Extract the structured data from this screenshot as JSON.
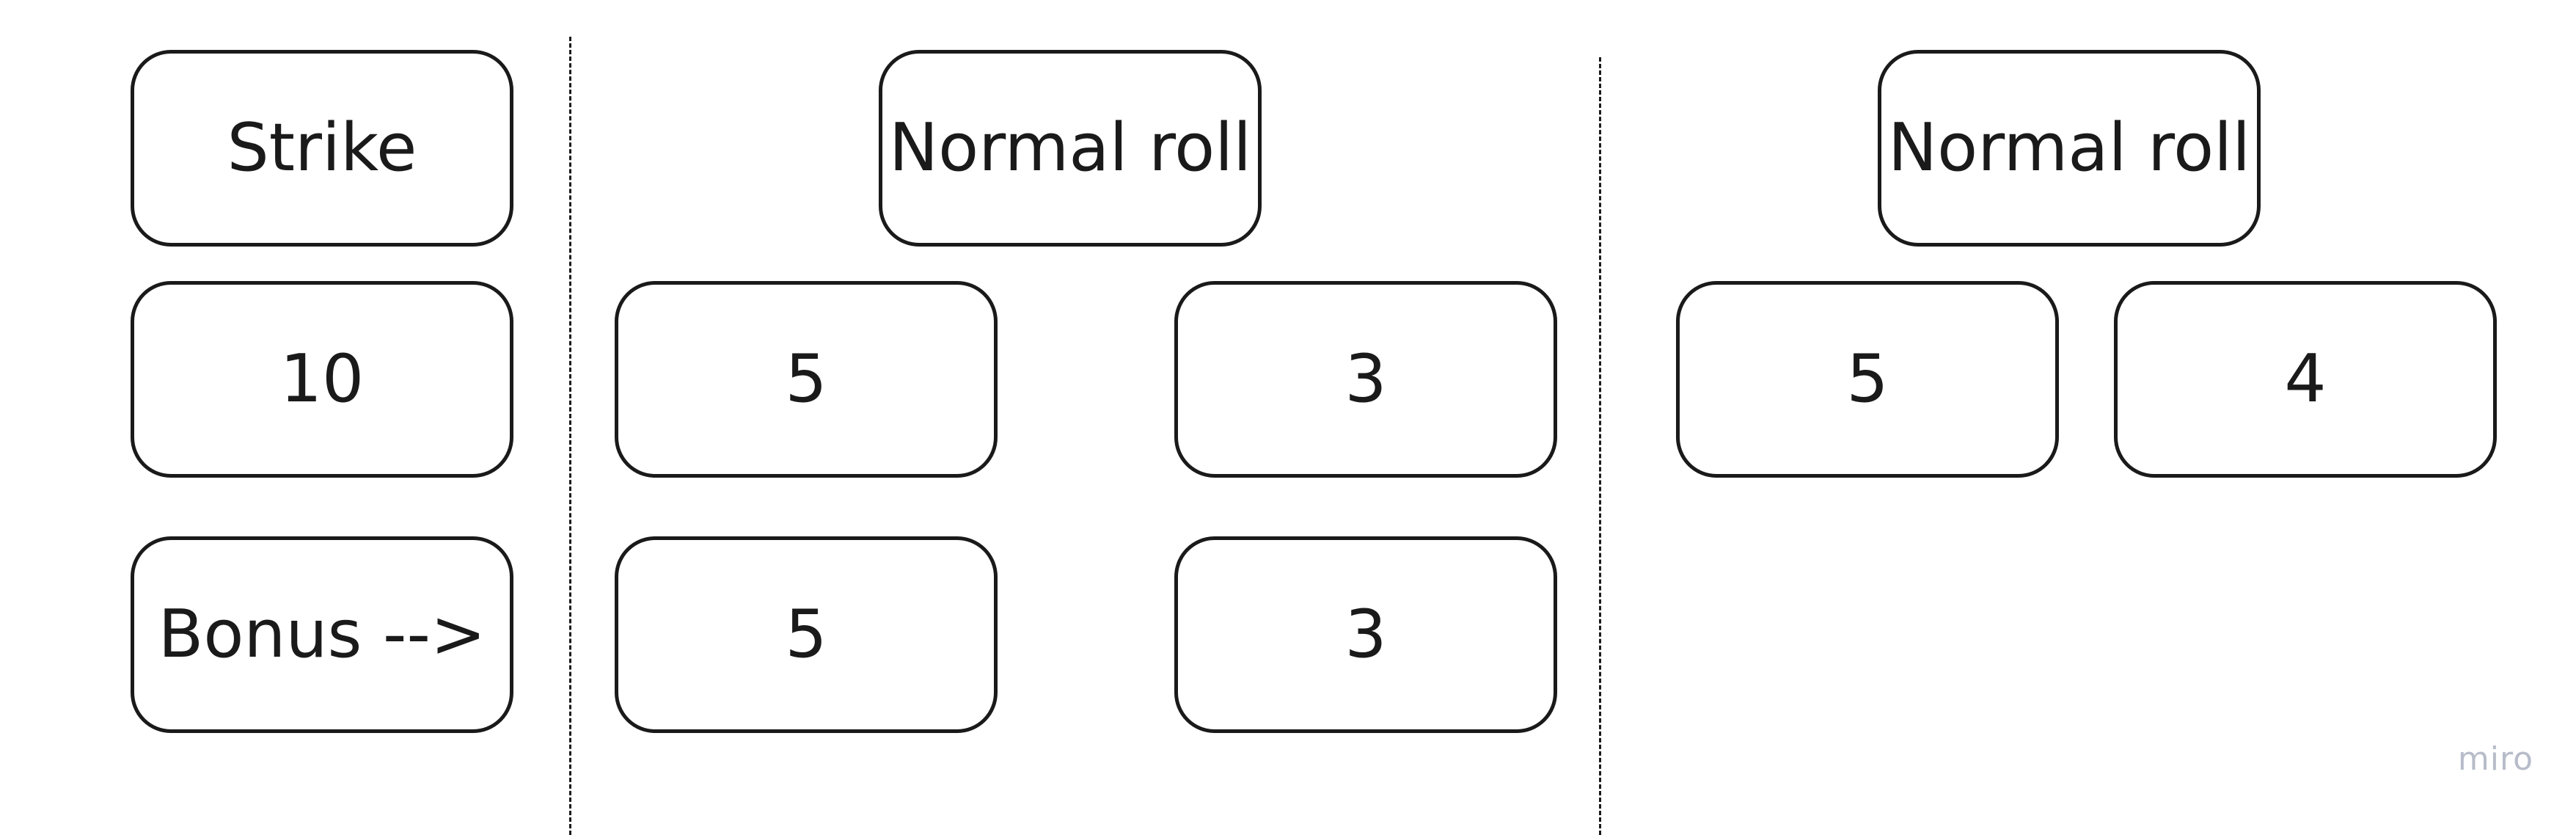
{
  "diagram": {
    "frames": [
      {
        "header": "Strike",
        "roll_values": [
          "10"
        ],
        "bonus_label": "Bonus -->"
      },
      {
        "header": "Normal roll",
        "roll_values": [
          "5",
          "3"
        ],
        "bonus_values": [
          "5",
          "3"
        ]
      },
      {
        "header": "Normal roll",
        "roll_values": [
          "5",
          "4"
        ]
      }
    ],
    "watermark": "miro"
  }
}
